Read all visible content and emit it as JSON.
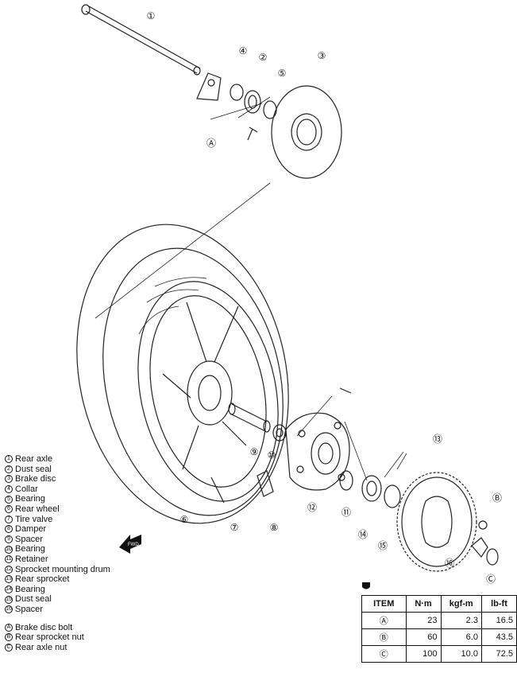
{
  "callouts": [
    "①",
    "②",
    "③",
    "④",
    "⑤",
    "⑥",
    "⑦",
    "⑧",
    "⑨",
    "⑩",
    "⑪",
    "⑫",
    "⑬",
    "⑭",
    "⑮",
    "⑯",
    "Ⓐ",
    "Ⓑ",
    "Ⓒ"
  ],
  "fwd_label": "FWD",
  "legend": {
    "parts": [
      {
        "num": "1",
        "label": "Rear axle"
      },
      {
        "num": "2",
        "label": "Dust seal"
      },
      {
        "num": "3",
        "label": "Brake disc"
      },
      {
        "num": "4",
        "label": "Collar"
      },
      {
        "num": "5",
        "label": "Bearing"
      },
      {
        "num": "6",
        "label": "Rear wheel"
      },
      {
        "num": "7",
        "label": "Tire valve"
      },
      {
        "num": "8",
        "label": "Damper"
      },
      {
        "num": "9",
        "label": "Spacer"
      },
      {
        "num": "10",
        "label": "Bearing"
      },
      {
        "num": "11",
        "label": "Retainer"
      },
      {
        "num": "12",
        "label": "Sprocket mounting drum"
      },
      {
        "num": "13",
        "label": "Rear sprocket"
      },
      {
        "num": "14",
        "label": "Bearing"
      },
      {
        "num": "15",
        "label": "Dust seal"
      },
      {
        "num": "16",
        "label": "Spacer"
      }
    ],
    "fasteners": [
      {
        "num": "A",
        "label": "Brake disc bolt"
      },
      {
        "num": "B",
        "label": "Rear sprocket nut"
      },
      {
        "num": "C",
        "label": "Rear axle nut"
      }
    ]
  },
  "torque_table": {
    "headers": [
      "ITEM",
      "N·m",
      "kgf-m",
      "lb-ft"
    ],
    "rows": [
      {
        "item": "Ⓐ",
        "nm": "23",
        "kgfm": "2.3",
        "lbft": "16.5"
      },
      {
        "item": "Ⓑ",
        "nm": "60",
        "kgfm": "6.0",
        "lbft": "43.5"
      },
      {
        "item": "Ⓒ",
        "nm": "100",
        "kgfm": "10.0",
        "lbft": "72.5"
      }
    ]
  }
}
